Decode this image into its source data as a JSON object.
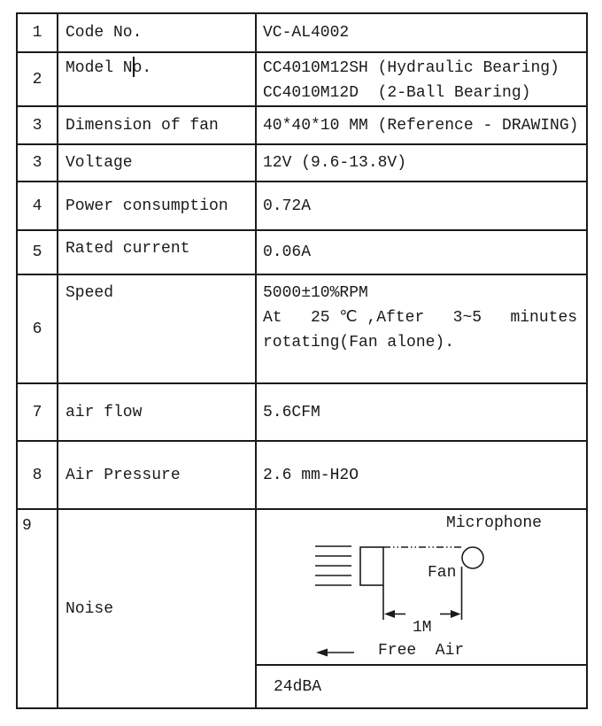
{
  "colors": {
    "ink": "#1a1a1a",
    "paper": "#ffffff"
  },
  "table": {
    "rows": [
      {
        "num": "1",
        "label": "Code No.",
        "value": "VC-AL4002"
      },
      {
        "num": "2",
        "label": "Model No.",
        "value": "CC4010M12SH (Hydraulic Bearing)\nCC4010M12D  (2-Ball Bearing)"
      },
      {
        "num": "3",
        "label": "Dimension of fan",
        "value": "40*40*10 MM (Reference - DRAWING)"
      },
      {
        "num": "3",
        "label": "Voltage",
        "value": "12V (9.6-13.8V)"
      },
      {
        "num": "4",
        "label": "Power consumption",
        "value": "0.72A"
      },
      {
        "num": "5",
        "label": "Rated current",
        "value": "0.06A"
      },
      {
        "num": "6",
        "label": "Speed",
        "value": "5000±10%RPM\nAt   25 ℃ ,After   3~5   minutes\nrotating(Fan alone)."
      },
      {
        "num": "7",
        "label": "air flow",
        "value": "5.6CFM"
      },
      {
        "num": "8",
        "label": "Air Pressure",
        "value": "2.6 mm-H2O"
      },
      {
        "num": "9",
        "label": "Noise",
        "value": "24dBA"
      }
    ],
    "noise_diagram": {
      "microphone_label": "Microphone",
      "fan_label": "Fan",
      "distance_label": "1M",
      "free_air_label": "Free  Air"
    }
  }
}
